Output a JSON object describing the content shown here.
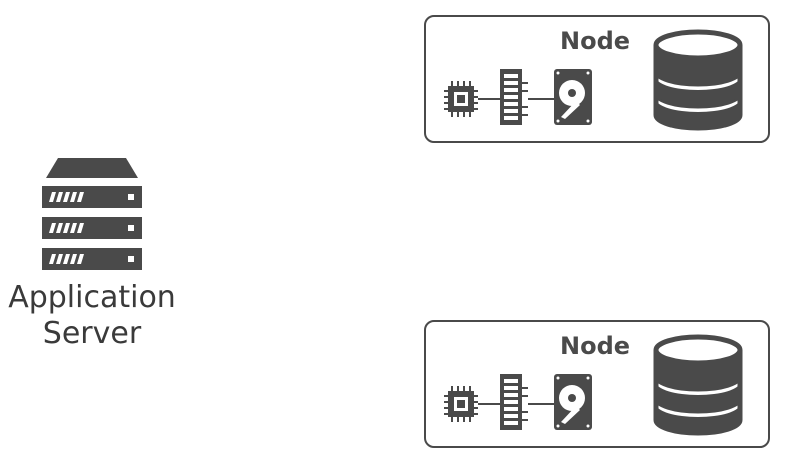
{
  "app_server": {
    "label_line1": "Application",
    "label_line2": "Server",
    "icon": "server-rack-icon"
  },
  "nodes": [
    {
      "title": "Node",
      "icons": [
        "cpu-chip-icon",
        "memory-ram-icon",
        "hard-drive-icon",
        "database-icon"
      ]
    },
    {
      "title": "Node",
      "icons": [
        "cpu-chip-icon",
        "memory-ram-icon",
        "hard-drive-icon",
        "database-icon"
      ]
    }
  ],
  "colors": {
    "icon": "#4a4a4a",
    "text": "#3a3a3a",
    "border": "#4a4a4a"
  }
}
